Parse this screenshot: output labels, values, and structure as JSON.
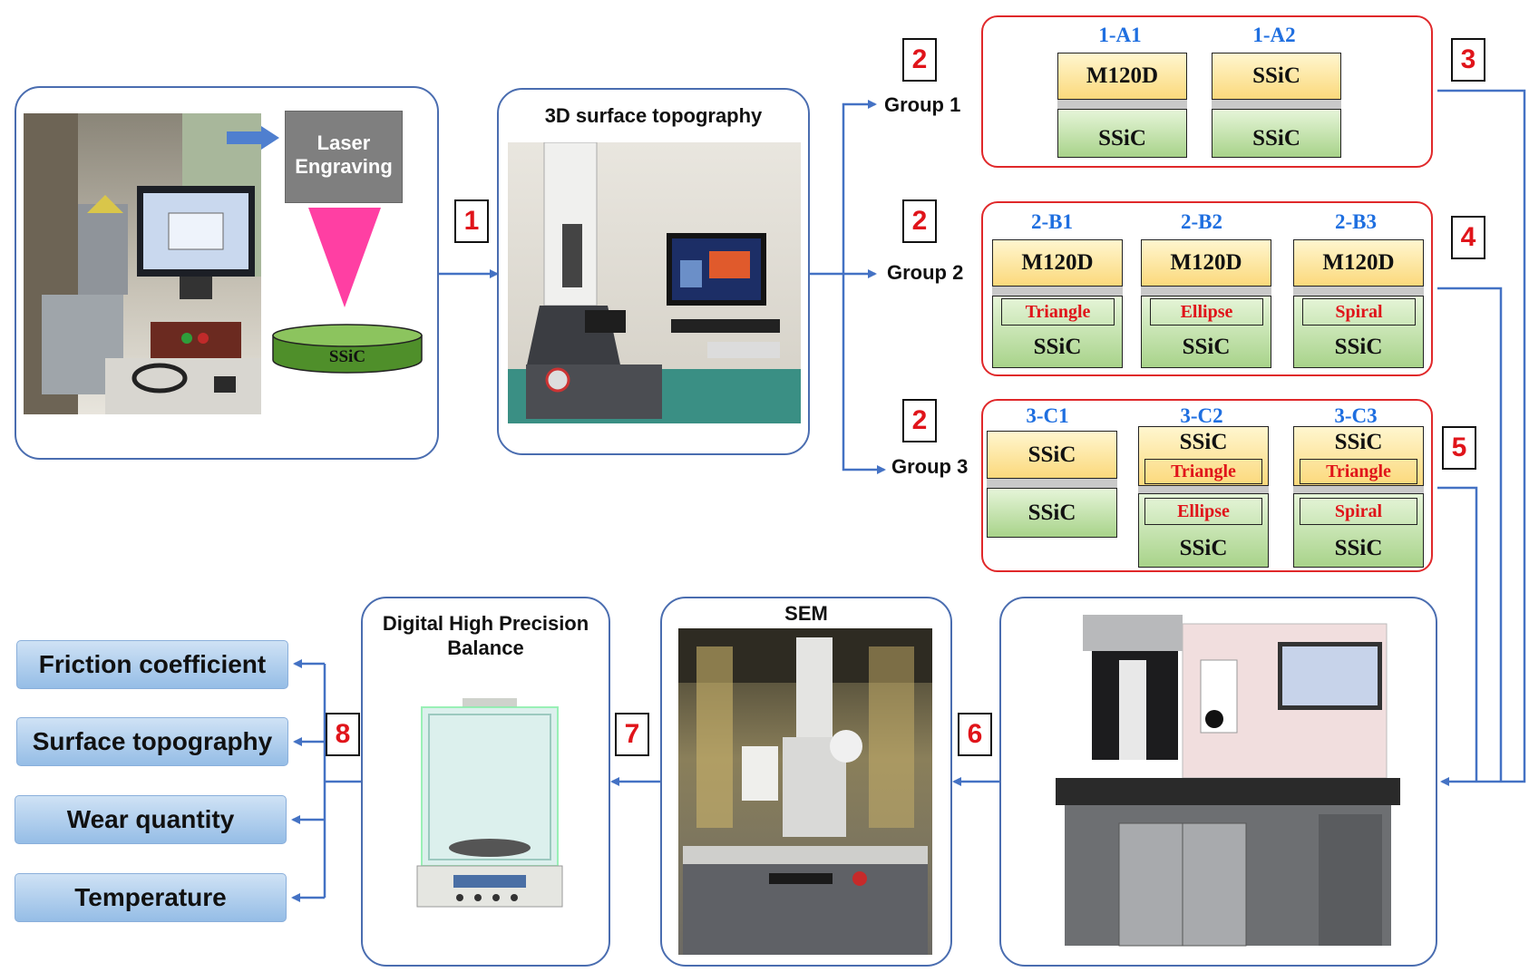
{
  "steps": [
    "1",
    "2",
    "2",
    "2",
    "3",
    "4",
    "5",
    "6",
    "7",
    "8"
  ],
  "laser": {
    "label": "Laser Engraving",
    "sample": "SSiC"
  },
  "topo_title": "3D surface topography",
  "groups": {
    "g1": "Group 1",
    "g2": "Group 2",
    "g3": "Group 3"
  },
  "group1": {
    "codes": [
      "1-A1",
      "1-A2"
    ],
    "top": [
      "M120D",
      "SSiC"
    ],
    "bottom": [
      "SSiC",
      "SSiC"
    ]
  },
  "group2": {
    "codes": [
      "2-B1",
      "2-B2",
      "2-B3"
    ],
    "top": [
      "M120D",
      "M120D",
      "M120D"
    ],
    "textures": [
      "Triangle",
      "Ellipse",
      "Spiral"
    ],
    "bottom": [
      "SSiC",
      "SSiC",
      "SSiC"
    ]
  },
  "group3": {
    "codes": [
      "3-C1",
      "3-C2",
      "3-C3"
    ],
    "top": [
      "SSiC",
      "SSiC",
      "SSiC"
    ],
    "top_textures": [
      "Triangle",
      "Triangle"
    ],
    "bottom_textures": [
      "Ellipse",
      "Spiral"
    ],
    "bottom": [
      "SSiC",
      "SSiC",
      "SSiC"
    ]
  },
  "sem_title": "SEM",
  "balance_title": "Digital High Precision Balance",
  "outputs": [
    "Friction coefficient",
    "Surface topography",
    "Wear quantity",
    "Temperature"
  ],
  "colors": {
    "frame": "#4a6db0",
    "group_border": "#e0282a",
    "step_number": "#e0141a",
    "code_text": "#1f6fe0",
    "texture_text": "#e0141a",
    "arrow": "#4472c4"
  }
}
